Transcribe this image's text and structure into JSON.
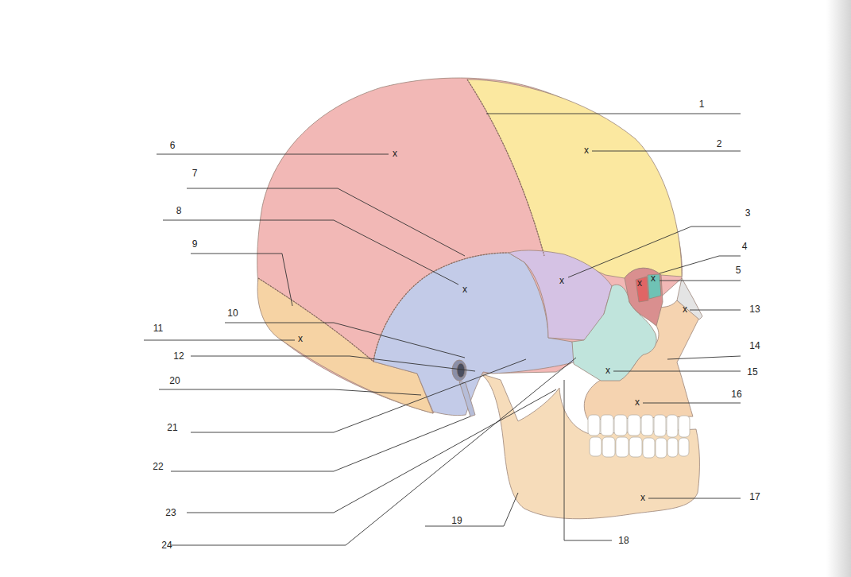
{
  "diagram": {
    "labels": [
      "1",
      "2",
      "3",
      "4",
      "5",
      "6",
      "7",
      "8",
      "9",
      "10",
      "11",
      "12",
      "13",
      "14",
      "15",
      "16",
      "17",
      "18",
      "19",
      "20",
      "21",
      "22",
      "23",
      "24",
      "x",
      "x",
      "x",
      "x",
      "x",
      "x",
      "x",
      "x",
      "x",
      "x",
      "x"
    ]
  }
}
